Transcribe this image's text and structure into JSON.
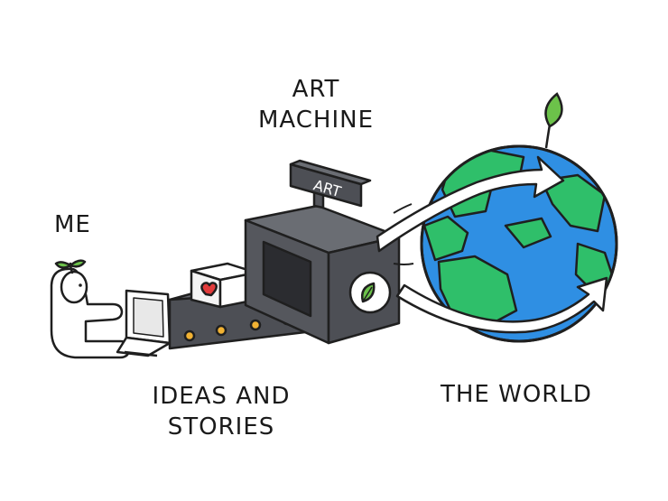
{
  "labels": {
    "art_machine_line1": "ART",
    "art_machine_line2": "MACHINE",
    "me": "ME",
    "ideas_line1": "IDEAS AND",
    "ideas_line2": "STORIES",
    "the_world": "THE WORLD",
    "sign": "ART"
  },
  "colors": {
    "outline": "#1f1f1f",
    "machine_dark": "#4d4f55",
    "machine_light": "#6a6d73",
    "ocean": "#2f8fe3",
    "land": "#2fbf6a",
    "leaf": "#6cc24a",
    "heart": "#e23b3b",
    "light": "#f2b233"
  }
}
